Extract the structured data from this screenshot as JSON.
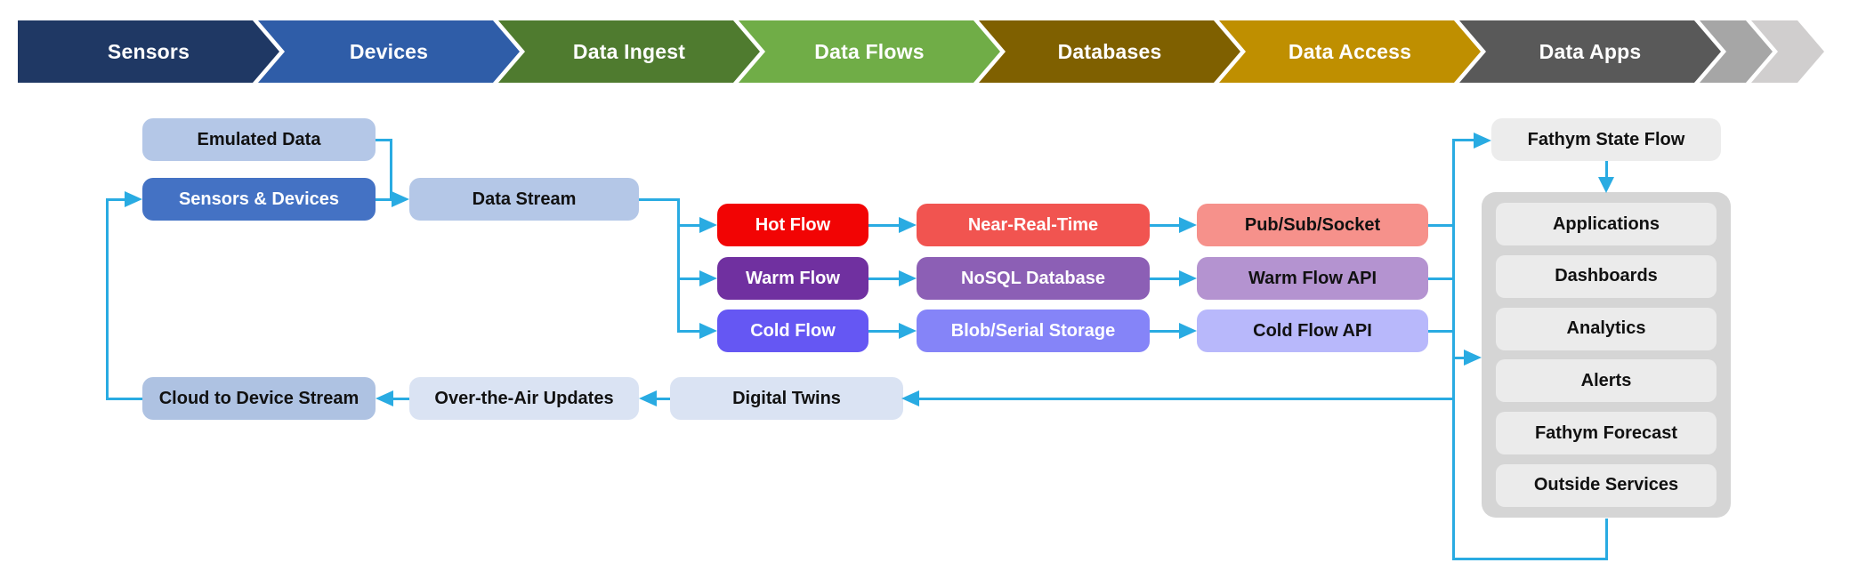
{
  "banner": {
    "stages": [
      {
        "label": "Sensors",
        "color": "#1f3864"
      },
      {
        "label": "Devices",
        "color": "#2f5da8"
      },
      {
        "label": "Data Ingest",
        "color": "#4f7b2f"
      },
      {
        "label": "Data Flows",
        "color": "#70ad47"
      },
      {
        "label": "Databases",
        "color": "#7f6000"
      },
      {
        "label": "Data Access",
        "color": "#bf8f00"
      },
      {
        "label": "Data Apps",
        "color": "#595959"
      }
    ],
    "tail_colors": [
      "#a6a6a6",
      "#d0cece"
    ]
  },
  "flow": {
    "emulated_data": {
      "label": "Emulated Data",
      "bg": "#b4c7e7",
      "fg": "#111111"
    },
    "sensors_devices": {
      "label": "Sensors & Devices",
      "bg": "#4472c4",
      "fg": "#ffffff"
    },
    "data_stream": {
      "label": "Data Stream",
      "bg": "#b4c7e7",
      "fg": "#111111"
    },
    "hot_flow": {
      "label": "Hot Flow",
      "bg": "#f20404",
      "fg": "#ffffff"
    },
    "near_real_time": {
      "label": "Near-Real-Time",
      "bg": "#f15450",
      "fg": "#ffffff"
    },
    "pub_sub_socket": {
      "label": "Pub/Sub/Socket",
      "bg": "#f6918b",
      "fg": "#111111"
    },
    "warm_flow": {
      "label": "Warm Flow",
      "bg": "#7030a0",
      "fg": "#ffffff"
    },
    "nosql_database": {
      "label": "NoSQL Database",
      "bg": "#8c5fb5",
      "fg": "#ffffff"
    },
    "warm_flow_api": {
      "label": "Warm Flow API",
      "bg": "#b493d0",
      "fg": "#111111"
    },
    "cold_flow": {
      "label": "Cold Flow",
      "bg": "#6557f3",
      "fg": "#ffffff"
    },
    "blob_serial_storage": {
      "label": "Blob/Serial Storage",
      "bg": "#8584f8",
      "fg": "#ffffff"
    },
    "cold_flow_api": {
      "label": "Cold Flow API",
      "bg": "#b8b8fb",
      "fg": "#111111"
    },
    "cloud_to_device": {
      "label": "Cloud to Device Stream",
      "bg": "#aec2e2",
      "fg": "#111111"
    },
    "ota_updates": {
      "label": "Over-the-Air Updates",
      "bg": "#dae3f3",
      "fg": "#111111"
    },
    "digital_twins": {
      "label": "Digital Twins",
      "bg": "#dae3f3",
      "fg": "#111111"
    },
    "fathym_state_flow": {
      "label": "Fathym State Flow",
      "bg": "#ececec",
      "fg": "#111111"
    },
    "apps_group": {
      "bg": "#d5d5d5",
      "items": [
        {
          "label": "Applications"
        },
        {
          "label": "Dashboards"
        },
        {
          "label": "Analytics"
        },
        {
          "label": "Alerts"
        },
        {
          "label": "Fathym Forecast"
        },
        {
          "label": "Outside Services"
        }
      ]
    }
  },
  "connector_color": "#29abe2"
}
